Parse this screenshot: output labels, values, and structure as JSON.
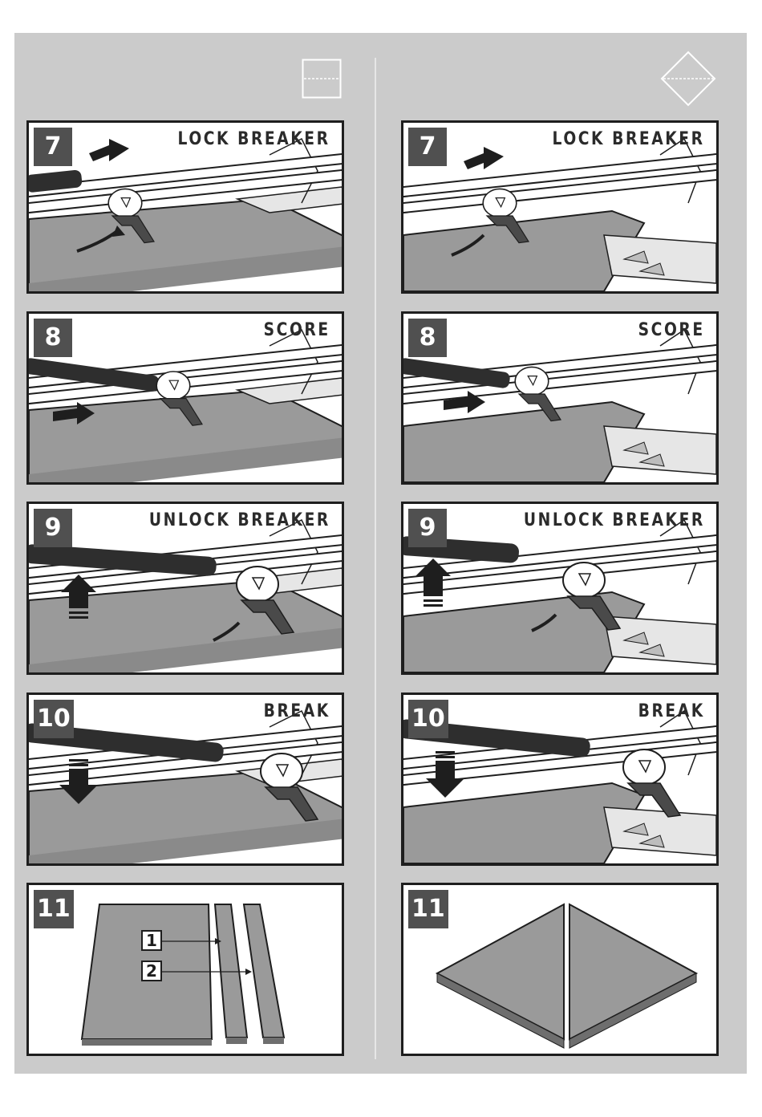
{
  "columns": {
    "left": {
      "header_icon": "square-with-dashed-midline-icon",
      "panels": [
        {
          "step": "7",
          "title": "LOCK BREAKER"
        },
        {
          "step": "8",
          "title": "SCORE"
        },
        {
          "step": "9",
          "title": "UNLOCK BREAKER"
        },
        {
          "step": "10",
          "title": "BREAK"
        },
        {
          "step": "11",
          "title": "",
          "labels": [
            "1",
            "2"
          ]
        }
      ]
    },
    "right": {
      "header_icon": "diamond-with-dashed-midline-icon",
      "panels": [
        {
          "step": "7",
          "title": "LOCK BREAKER"
        },
        {
          "step": "8",
          "title": "SCORE"
        },
        {
          "step": "9",
          "title": "UNLOCK BREAKER"
        },
        {
          "step": "10",
          "title": "BREAK"
        },
        {
          "step": "11",
          "title": ""
        }
      ]
    }
  },
  "colors": {
    "sheet": "#cbcbcb",
    "step_box": "#505050",
    "tile": "#9a9a9a",
    "outline": "#1e1e1e"
  }
}
